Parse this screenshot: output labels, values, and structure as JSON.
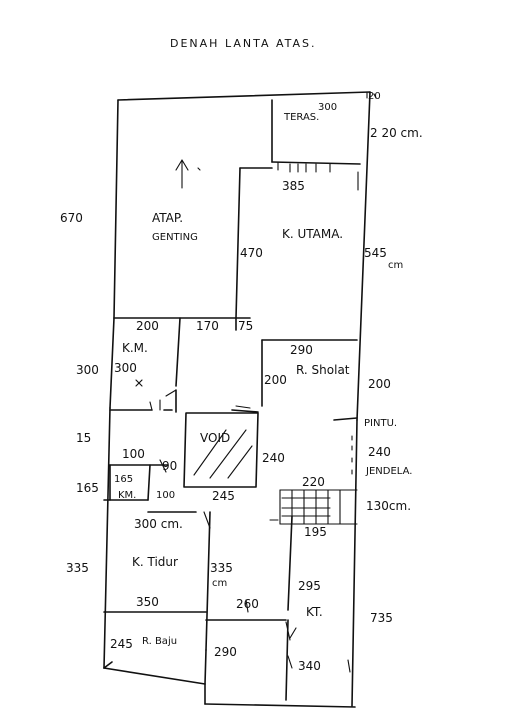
{
  "title": "DENAH LANTA ATAS.",
  "rooms": {
    "teras": "TERAS.",
    "atap_line1": "ATAP.",
    "atap_line2": "GENTING",
    "k_utama": "K. UTAMA.",
    "km_top": "K.M.",
    "r_sholat": "R. Sholat",
    "void": "VOID",
    "km_small": "KM.",
    "k_tidur": "K. Tidur",
    "kt": "KT.",
    "r_baju": "R. Baju",
    "pintu": "PINTU.",
    "jendela": "JENDELA."
  },
  "dims": {
    "d20": "20",
    "d300_teras": "300",
    "d220cm": "2 20 cm.",
    "d385": "385",
    "d670": "670",
    "d470": "470",
    "d545_a": "545",
    "d545_b": "cm",
    "d200_km": "200",
    "d170": "170",
    "d75": "75",
    "d300_outer": "300",
    "d300_inner": "300",
    "d290_top": "290",
    "d200_rs": "200",
    "d200_right": "200",
    "d15": "15",
    "d240_void": "240",
    "d240_right": "240",
    "d100_a": "100",
    "d90": "90",
    "d165_outer": "165",
    "d165_inner": "165",
    "d100_b": "100",
    "d245_mid": "245",
    "d220_stairs": "220",
    "d130cm": "130cm.",
    "d300cm": "300 cm.",
    "d195": "195",
    "d335_outer": "335",
    "d335_inner_a": "335",
    "d335_inner_b": "cm",
    "d295": "295",
    "d350": "350",
    "d260": "260",
    "d735": "735",
    "d245_baju": "245",
    "d290_bottom": "290",
    "d340": "340"
  }
}
